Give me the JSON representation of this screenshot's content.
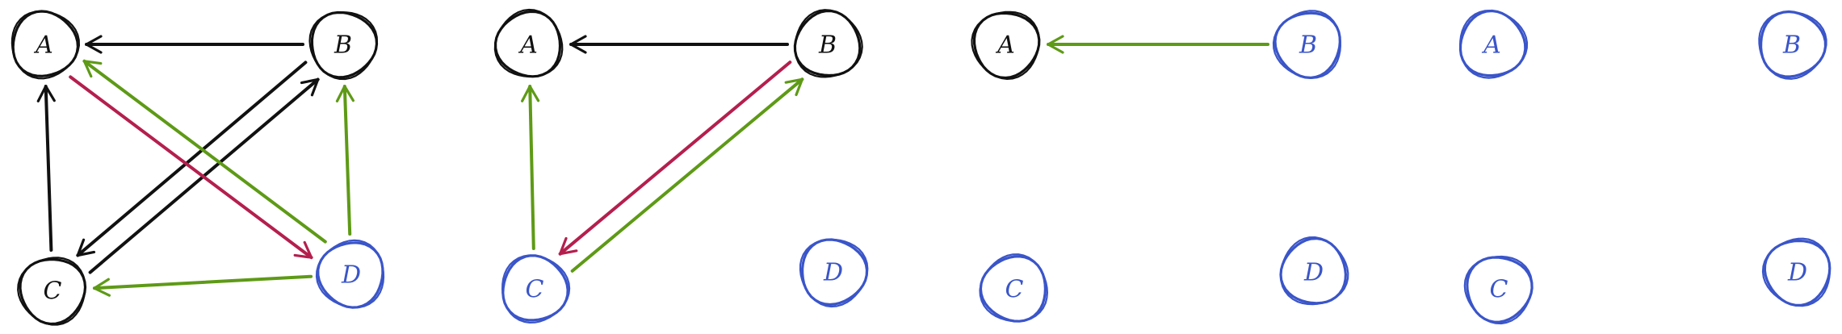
{
  "colors": {
    "black": "#111111",
    "blue": "#3a55c9",
    "green": "#5e9a16",
    "red": "#b41f4e"
  },
  "panels": [
    {
      "name": "panel-1",
      "nodes": [
        {
          "id": "A",
          "label": "A",
          "color": "black"
        },
        {
          "id": "B",
          "label": "B",
          "color": "black"
        },
        {
          "id": "C",
          "label": "C",
          "color": "black"
        },
        {
          "id": "D",
          "label": "D",
          "color": "blue"
        }
      ],
      "edges": [
        {
          "from": "B",
          "to": "A",
          "color": "black"
        },
        {
          "from": "C",
          "to": "A",
          "color": "black"
        },
        {
          "from": "C",
          "to": "B",
          "color": "black"
        },
        {
          "from": "B",
          "to": "C",
          "color": "black"
        },
        {
          "from": "A",
          "to": "D",
          "color": "red"
        },
        {
          "from": "D",
          "to": "A",
          "color": "green"
        },
        {
          "from": "D",
          "to": "B",
          "color": "green"
        },
        {
          "from": "D",
          "to": "C",
          "color": "green"
        }
      ]
    },
    {
      "name": "panel-2",
      "nodes": [
        {
          "id": "A",
          "label": "A",
          "color": "black"
        },
        {
          "id": "B",
          "label": "B",
          "color": "black"
        },
        {
          "id": "C",
          "label": "C",
          "color": "blue"
        },
        {
          "id": "D",
          "label": "D",
          "color": "blue"
        }
      ],
      "edges": [
        {
          "from": "B",
          "to": "A",
          "color": "black"
        },
        {
          "from": "C",
          "to": "A",
          "color": "green"
        },
        {
          "from": "C",
          "to": "B",
          "color": "green"
        },
        {
          "from": "B",
          "to": "C",
          "color": "red"
        }
      ]
    },
    {
      "name": "panel-3",
      "nodes": [
        {
          "id": "A",
          "label": "A",
          "color": "black"
        },
        {
          "id": "B",
          "label": "B",
          "color": "blue"
        },
        {
          "id": "C",
          "label": "C",
          "color": "blue"
        },
        {
          "id": "D",
          "label": "D",
          "color": "blue"
        }
      ],
      "edges": [
        {
          "from": "B",
          "to": "A",
          "color": "green"
        }
      ]
    },
    {
      "name": "panel-4",
      "nodes": [
        {
          "id": "A",
          "label": "A",
          "color": "blue"
        },
        {
          "id": "B",
          "label": "B",
          "color": "blue"
        },
        {
          "id": "C",
          "label": "C",
          "color": "blue"
        },
        {
          "id": "D",
          "label": "D",
          "color": "blue"
        }
      ],
      "edges": []
    }
  ]
}
